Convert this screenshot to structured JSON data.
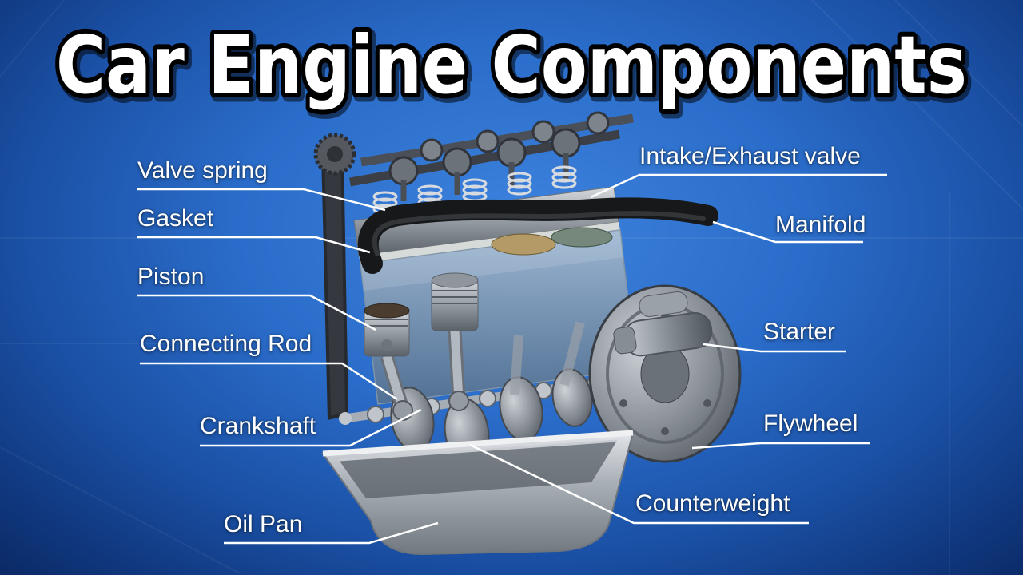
{
  "title": "Car Engine Components",
  "labels": {
    "valve_spring": "Valve spring",
    "gasket": "Gasket",
    "piston": "Piston",
    "connecting_rod": "Connecting Rod",
    "crankshaft": "Crankshaft",
    "oil_pan": "Oil Pan",
    "intake_exhaust_valve": "Intake/Exhaust valve",
    "manifold": "Manifold",
    "starter": "Starter",
    "flywheel": "Flywheel",
    "counterweight": "Counterweight"
  },
  "illustration_icon": "four-cylinder-engine-cutaway-icon",
  "colors": {
    "background_center": "#3d83de",
    "background_edge": "#0a2761",
    "title_fill": "#ffffff",
    "title_outline": "#000000",
    "label_text": "#ffffff",
    "leader_line": "#ffffff",
    "manifold_pipe": "#17181a"
  }
}
